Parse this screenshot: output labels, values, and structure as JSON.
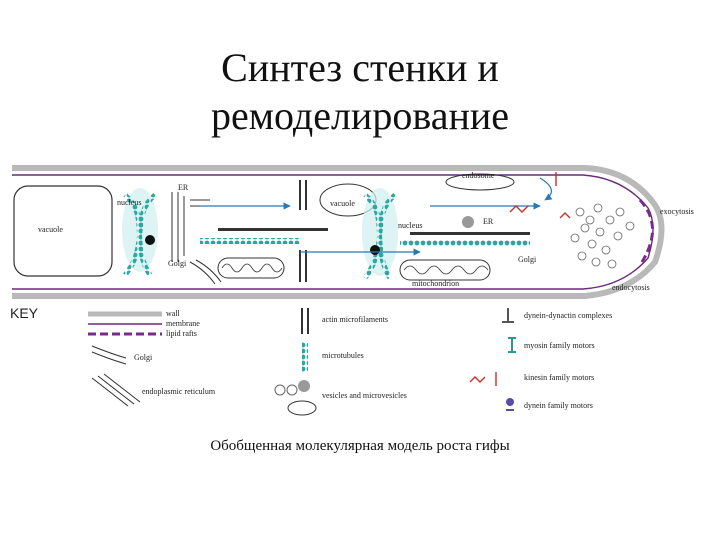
{
  "slide": {
    "title_line1": "Синтез стенки и",
    "title_line2": "ремоделирование",
    "caption": "Обобщенная молекулярная модель роста гифы"
  },
  "diagram": {
    "labels": {
      "nucleus_left": "nucleus",
      "er_left": "ER",
      "golgi_left": "Golgi",
      "vacuole_left": "vacuole",
      "vacuole_center": "vacuole",
      "endosome": "endosome",
      "nucleus_right": "nucleus",
      "er_right": "ER",
      "golgi_right": "Golgi",
      "mitochondrion": "mitochondrion",
      "exocytosis": "exocytosis",
      "endocytosis": "endocytosis"
    },
    "key": {
      "heading": "KEY",
      "wall": "wall",
      "membrane": "membrane",
      "lipid_rafts": "lipid rafts",
      "golgi": "Golgi",
      "er": "endoplasmic reticulum",
      "actin": "actin microfilaments",
      "microtubules": "microtubules",
      "vesicles": "vesicles and microvesicles",
      "dynein_dynactin": "dynein-dynactin complexes",
      "myosin": "myosin family motors",
      "kinesin": "kinesin family motors",
      "dynein_motors": "dynein family motors"
    },
    "colors": {
      "wall": "#b9b9b9",
      "membrane": "#6b2a7a",
      "lipid_rafts": "#7a2a8a",
      "microtubule": "#2aa7a0",
      "actin": "#333333",
      "arrow": "#2a78b5",
      "myosin": "#2a9a8a",
      "kinesin": "#c8302a"
    }
  }
}
